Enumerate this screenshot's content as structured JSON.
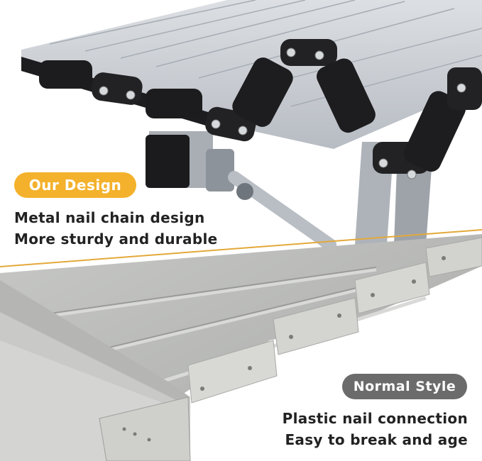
{
  "top_section": {
    "badge_label": "Our Design",
    "badge_color": "#f4b12b",
    "caption_lines": [
      "Metal nail chain design",
      "More sturdy and durable"
    ]
  },
  "bottom_section": {
    "badge_label": "Normal Style",
    "badge_color": "#6b6b6b",
    "caption_lines": [
      "Plastic nail connection",
      "Easy to break and age"
    ]
  },
  "divider_color": "#e3a93a"
}
